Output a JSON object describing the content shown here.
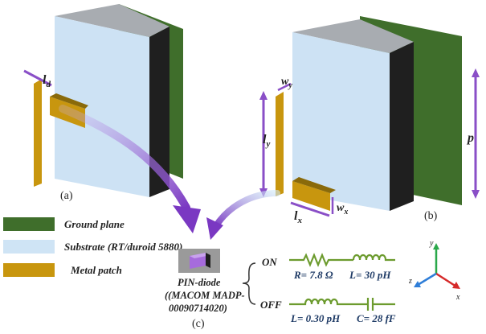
{
  "panels": {
    "a": {
      "label": "(a)",
      "dim_ld": "l",
      "dim_ld_sub": "d"
    },
    "b": {
      "label": "(b)",
      "dim_wy": "w",
      "dim_wy_sub": "y",
      "dim_ly": "l",
      "dim_ly_sub": "y",
      "dim_lx": "l",
      "dim_lx_sub": "x",
      "dim_wx": "w",
      "dim_wx_sub": "x",
      "dim_p": "p"
    },
    "c": {
      "label": "(c)",
      "diode_name": "PIN-diode",
      "diode_part_1": "((MACOM MADP-",
      "diode_part_2": "00090714020)",
      "on_label": "ON",
      "off_label": "OFF",
      "on_r": "R= 7.8 Ω",
      "on_l": "L= 30 pH",
      "off_l": "L= 0.30 pH",
      "off_c": "C= 28 fF"
    }
  },
  "legend": [
    {
      "text": "Ground plane",
      "color": "#3f6e2b"
    },
    {
      "text": "Substrate (RT/duroid 5880)",
      "color": "#cfe4f5"
    },
    {
      "text": "Metal patch",
      "color": "#c8960e"
    }
  ],
  "axes": {
    "x": "x",
    "y": "y",
    "z": "z"
  },
  "colors": {
    "ground": "#3f6e2b",
    "substrate_front": "#cde2f4",
    "substrate_top": "#a9adb2",
    "substrate_side": "#1f1f1f",
    "metal": "#c8960e",
    "arrow_purple": "#8a4fc7",
    "circuit_green": "#6c9b2e"
  }
}
